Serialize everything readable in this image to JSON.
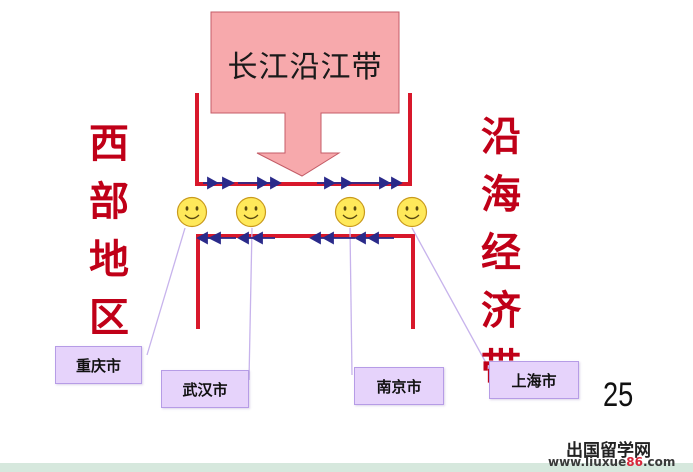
{
  "main_box": {
    "label": "长江沿江带"
  },
  "left_title": {
    "chars": [
      "西",
      "部",
      "地",
      "区"
    ]
  },
  "right_title": {
    "chars": [
      "沿",
      "海",
      "经",
      "济",
      "带"
    ]
  },
  "cities": [
    {
      "id": "chongqing",
      "label": "重庆市"
    },
    {
      "id": "wuhan",
      "label": "武汉市"
    },
    {
      "id": "nanjing",
      "label": "南京市"
    },
    {
      "id": "shanghai",
      "label": "上海市"
    }
  ],
  "page_number": "25",
  "watermark": {
    "brand": "出国留学网",
    "url_prefix": "www.liuxue",
    "url_accent": "86",
    "url_suffix": ".com"
  },
  "colors": {
    "box_fill": "#f7a9ac",
    "box_stroke": "#c45c67",
    "river_line": "#d8182b",
    "flow_arrow": "#2a2a8a",
    "smiley_fill": "#ffe95a",
    "smiley_stroke": "#c99a1c",
    "label_fill": "#e6d3fb",
    "leader_line": "#c7b3ec"
  },
  "icons": {
    "city_marker": "smiley-face-icon",
    "flow": "double-arrow-icon"
  }
}
